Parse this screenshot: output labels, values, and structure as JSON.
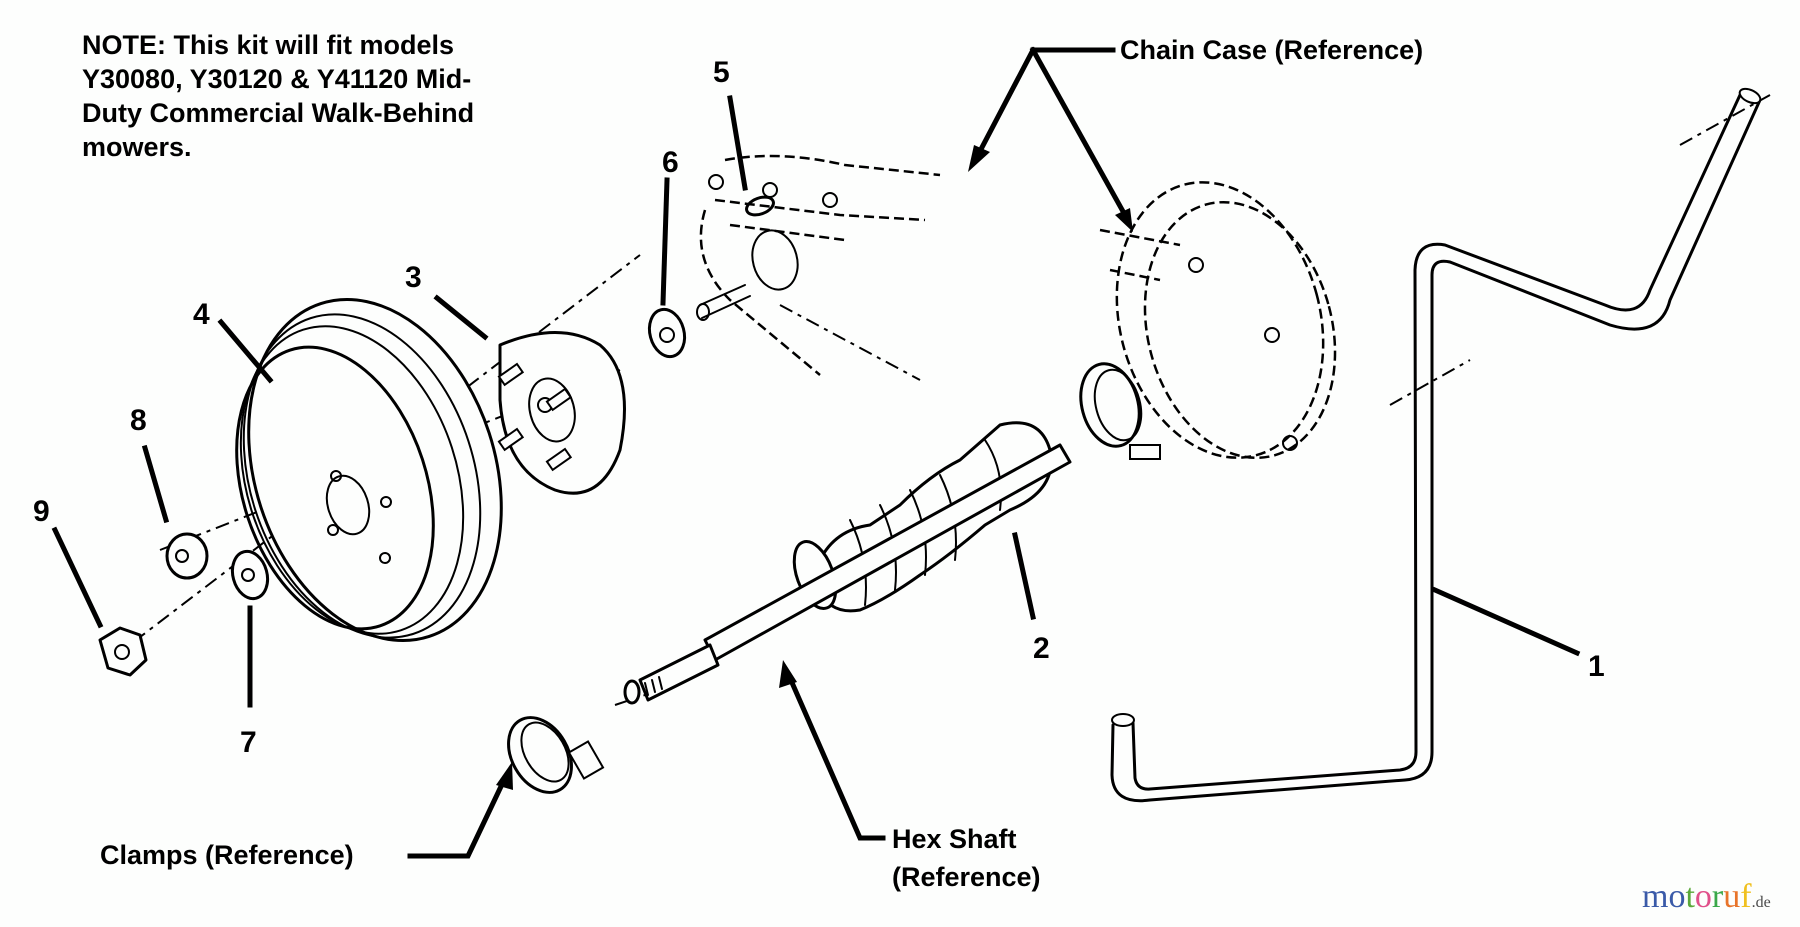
{
  "note": {
    "lines": [
      "NOTE: This kit will fit models",
      "Y30080, Y30120 & Y41120 Mid-",
      "Duty Commercial Walk-Behind",
      "mowers."
    ]
  },
  "reference_labels": {
    "chain_case": "Chain Case (Reference)",
    "clamps": "Clamps (Reference)",
    "hex_shaft_line1": "Hex Shaft",
    "hex_shaft_line2": "(Reference)"
  },
  "callouts": [
    {
      "number": "1",
      "part": "handle-rod"
    },
    {
      "number": "2",
      "part": "boot"
    },
    {
      "number": "3",
      "part": "hub"
    },
    {
      "number": "4",
      "part": "wheel"
    },
    {
      "number": "5",
      "part": "woodruff-key"
    },
    {
      "number": "6",
      "part": "washer"
    },
    {
      "number": "7",
      "part": "flat-washer"
    },
    {
      "number": "8",
      "part": "flange-nut"
    },
    {
      "number": "9",
      "part": "hex-nut"
    }
  ],
  "watermark": {
    "letters": [
      {
        "ch": "m",
        "color": "#3a5aa8"
      },
      {
        "ch": "o",
        "color": "#3a5aa8"
      },
      {
        "ch": "t",
        "color": "#5aa83a"
      },
      {
        "ch": "o",
        "color": "#e0508a"
      },
      {
        "ch": "r",
        "color": "#3aa84a"
      },
      {
        "ch": "u",
        "color": "#e8742a"
      },
      {
        "ch": "f",
        "color": "#f0c020"
      }
    ],
    "tld": ".de"
  }
}
